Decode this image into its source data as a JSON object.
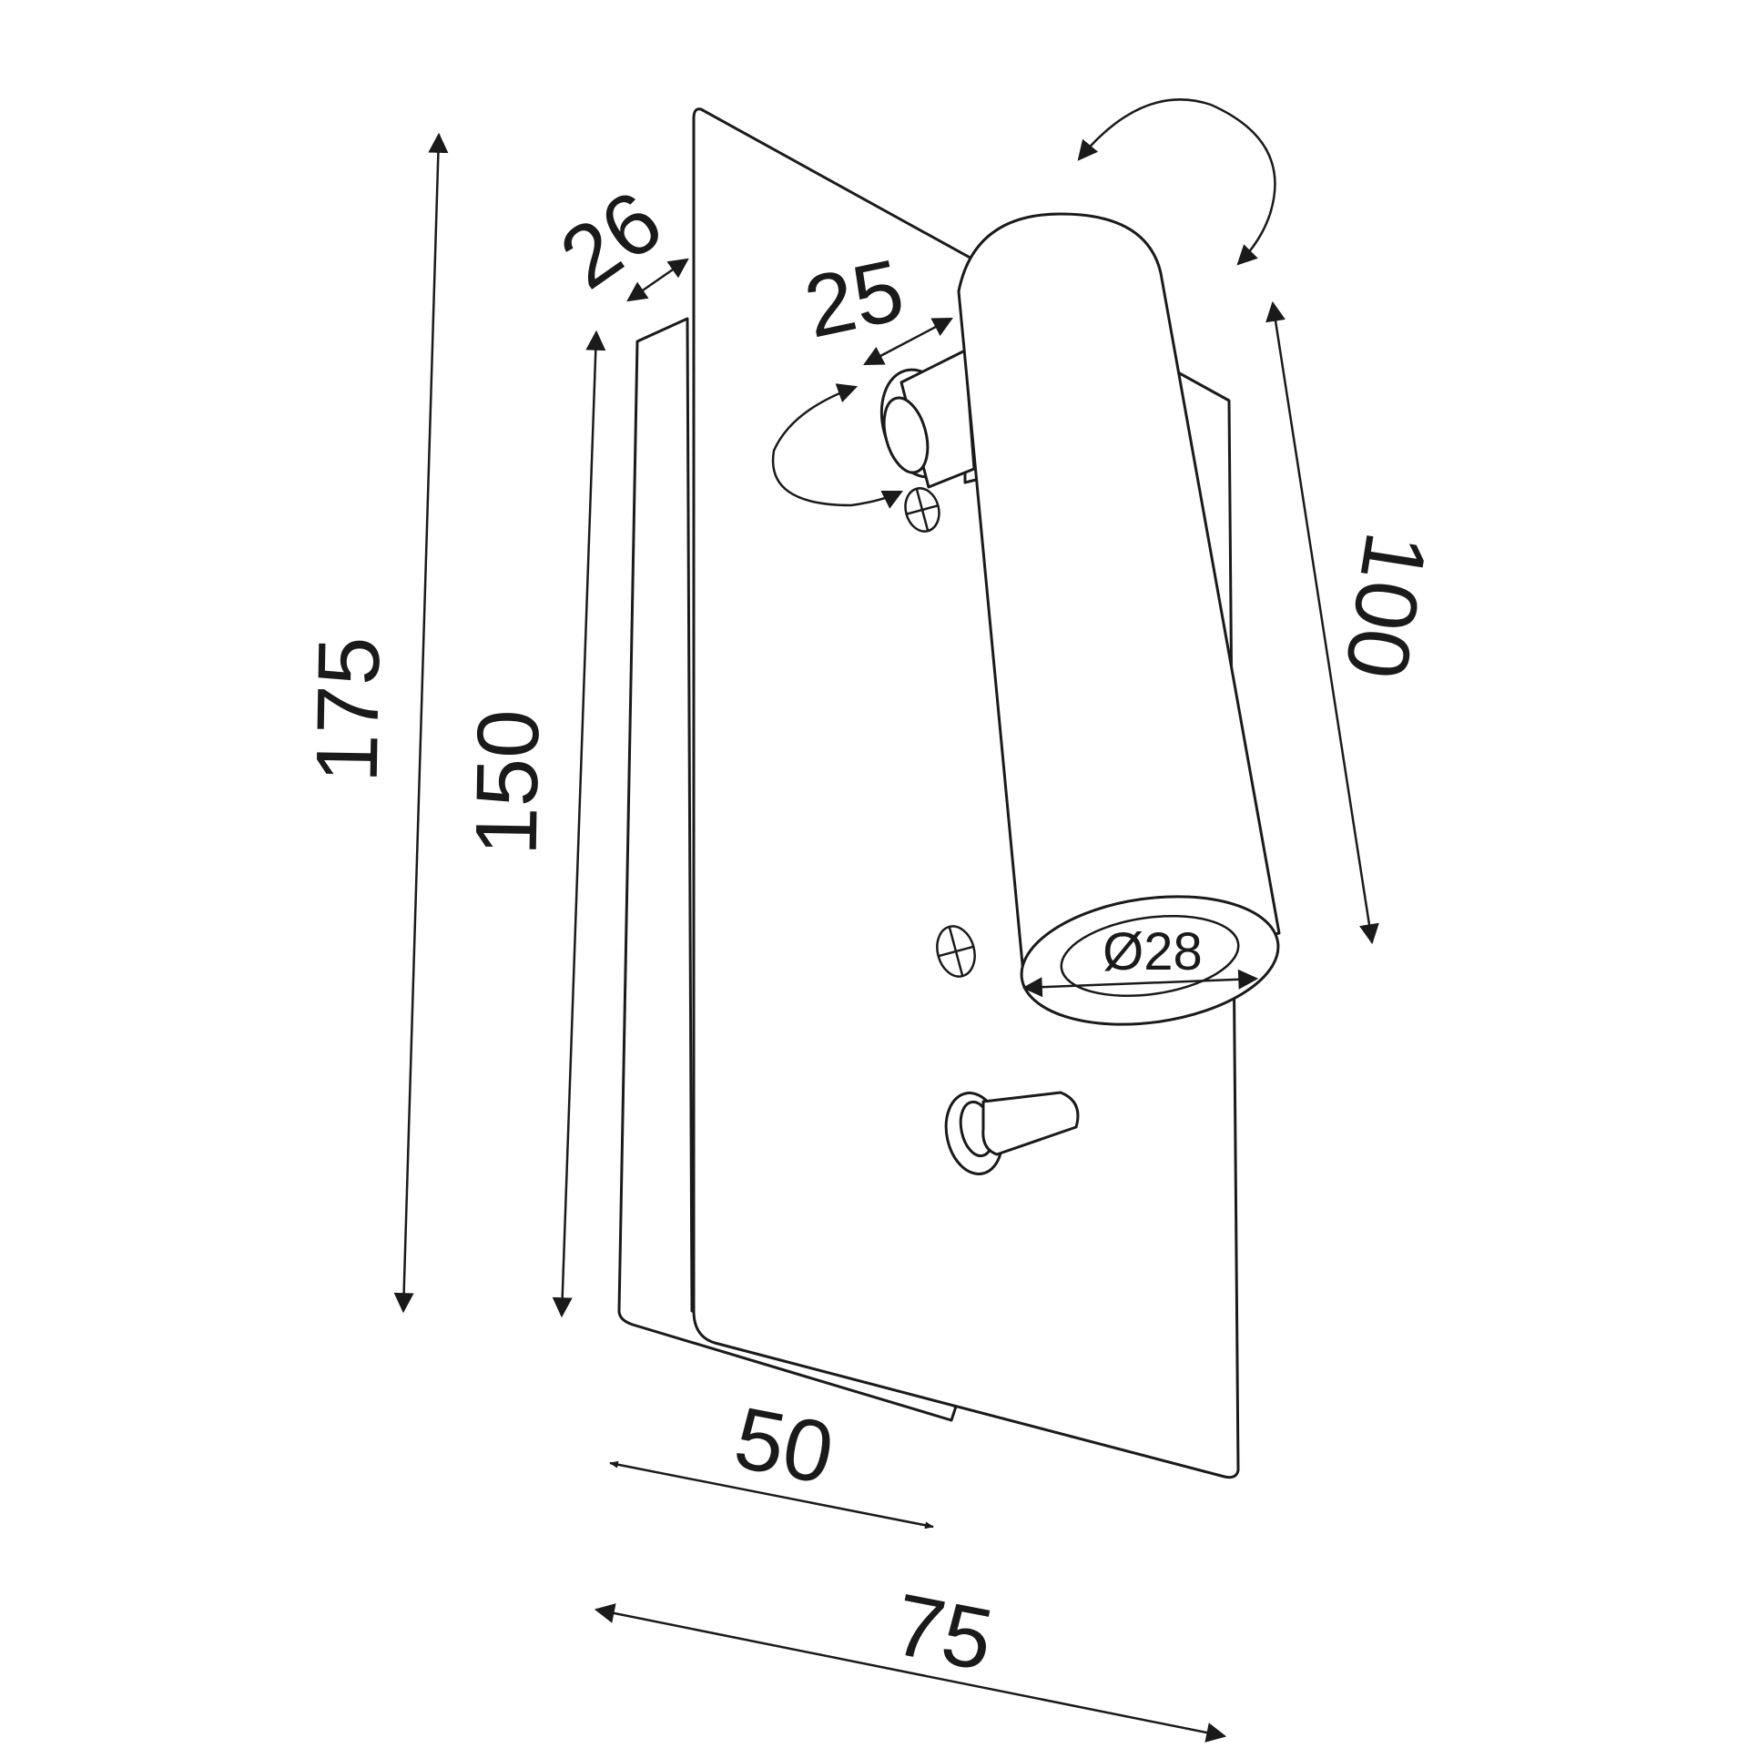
{
  "dimensions": {
    "total_height": "175",
    "plate_height": "150",
    "back_depth": "26",
    "arm_diameter": "25",
    "head_length": "100",
    "head_diameter": "Ø28",
    "base_width": "50",
    "total_width": "75"
  },
  "icons": {
    "rotation_arrow_top": "rotate-arrow-icon",
    "rotation_arrow_arm": "rotate-arrow-icon",
    "screw_upper": "screw-icon",
    "screw_lower": "screw-icon",
    "switch": "toggle-switch-icon"
  }
}
